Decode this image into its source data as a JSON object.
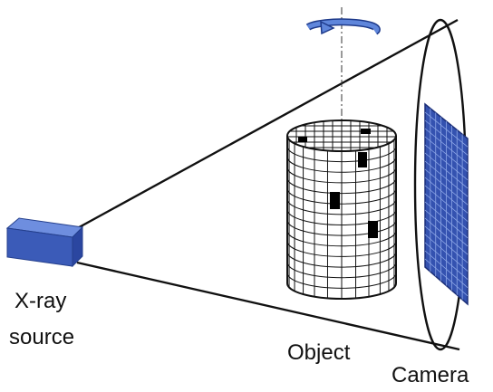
{
  "labels": {
    "xray_source_line1": "X-ray",
    "xray_source_line2": "source",
    "object": "Object",
    "camera": "Camera"
  },
  "icons": {
    "rotation": "rotation-arrow-icon"
  },
  "colors": {
    "source_blue": "#3B5BB8",
    "detector_blue": "#3452B0",
    "voxel_fill": "#000000",
    "outline": "#111111"
  }
}
